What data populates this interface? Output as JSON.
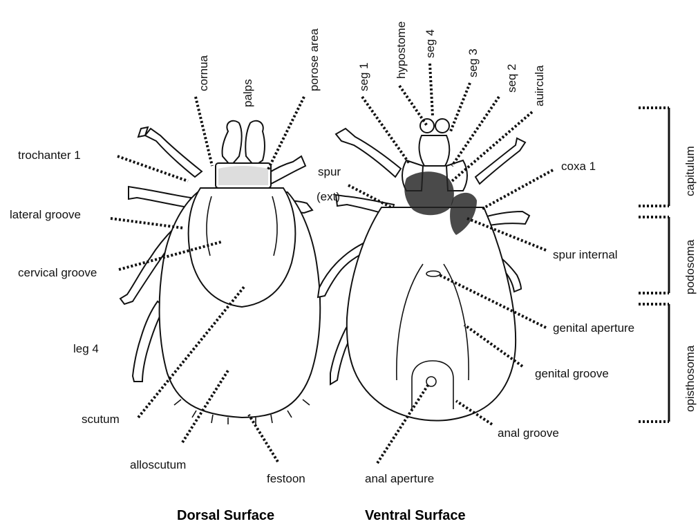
{
  "dorsal": {
    "caption": "Dorsal Surface",
    "labels": {
      "cornua": "cornua",
      "palps": "palps",
      "porose_area": "porose area",
      "trochanter_1": "trochanter 1",
      "lateral_groove": "lateral groove",
      "cervical_groove": "cervical groove",
      "leg_4": "leg 4",
      "scutum": "scutum",
      "alloscutum": "alloscutum",
      "festoon": "festoon"
    }
  },
  "ventral": {
    "caption": "Ventral Surface",
    "labels": {
      "seg_1": "seg 1",
      "hypostome": "hypostome",
      "seg_4": "seg 4",
      "seg_3": "seg 3",
      "seq_2": "seq 2",
      "auircula": "auircula",
      "spur": "spur",
      "ext": "(ext)",
      "coxa_1": "coxa 1",
      "spur_internal": "spur internal",
      "genital_aperture": "genital aperture",
      "genital_groove": "genital groove",
      "anal_groove": "anal groove",
      "anal_aperture": "anal aperture"
    }
  },
  "regions": {
    "capitulum": "capitulum",
    "podosoma": "podosoma",
    "opisthosoma": "opisthosoma"
  }
}
